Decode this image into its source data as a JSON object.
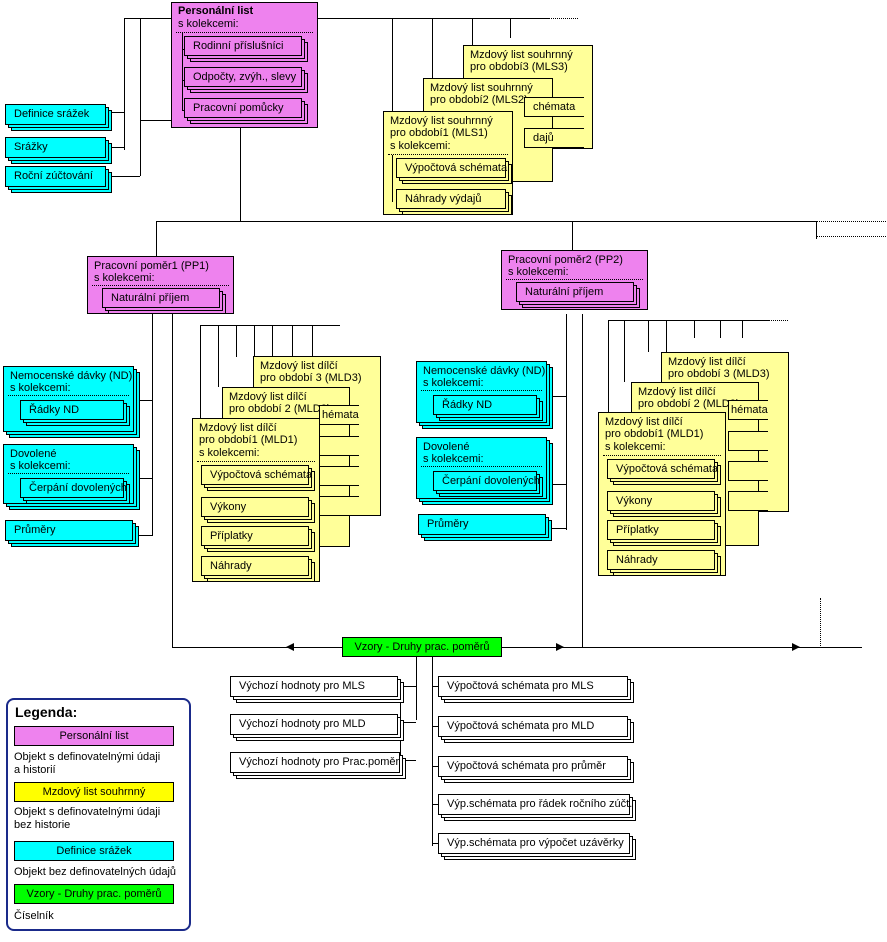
{
  "personal_list": {
    "title": "Personální list",
    "subtitle": "s kolekcemi:",
    "items": [
      "Rodinní příslušníci",
      "Odpočty, zvýh., slevy",
      "Pracovní pomůcky"
    ]
  },
  "deductions": [
    "Definice srážek",
    "Srážky",
    "Roční zúčtování"
  ],
  "mls": [
    {
      "l1": "Mzdový list souhrnný",
      "l2": "pro období3 (MLS3)"
    },
    {
      "l1": "Mzdový list souhrnný",
      "l2": "pro období2 (MLS2)",
      "frag1": "chémata",
      "frag2": "dajů"
    },
    {
      "l1": "Mzdový list souhrnný",
      "l2": "pro období1 (MLS1)",
      "l3": "s kolekcemi:",
      "items": [
        "Výpočtová schémata",
        "Náhrady výdajů"
      ]
    }
  ],
  "pp1": {
    "title": "Pracovní poměr1 (PP1)",
    "subtitle": "s kolekcemi:",
    "item": "Naturální příjem"
  },
  "pp2": {
    "title": "Pracovní poměr2 (PP2)",
    "subtitle": "s kolekcemi:",
    "item": "Naturální příjem"
  },
  "left_group": {
    "nd_title": "Nemocenské dávky (ND)",
    "nd_sub": "s kolekcemi:",
    "nd_item": "Řádky ND",
    "dov_title": "Dovolené",
    "dov_sub": "s kolekcemi:",
    "dov_item": "Čerpání dovolených",
    "avg": "Průměry"
  },
  "mld": [
    {
      "l1": "Mzdový list dílčí",
      "l2": "pro období 3 (MLD3)"
    },
    {
      "l1": "Mzdový list dílčí",
      "l2": "pro období 2 (MLD2)"
    },
    {
      "l1": "Mzdový list dílčí",
      "l2": "pro období1 (MLD1)",
      "l3": "s kolekcemi:",
      "items": [
        "Výpočtová schémata",
        "Výkony",
        "Příplatky",
        "Náhrady"
      ]
    }
  ],
  "mld_right": [
    {
      "l1": "Mzdový list dílčí",
      "l2": "pro období 3 (MLD3)"
    },
    {
      "l1": "Mzdový list dílčí",
      "l2": "pro období 2 (MLD2)"
    },
    {
      "l1": "Mzdový list dílčí",
      "l2": "pro období1 (MLD1)",
      "l3": "s kolekcemi:",
      "items": [
        "Výpočtová schémata",
        "Výkony",
        "Příplatky",
        "Náhrady"
      ]
    }
  ],
  "mld_frag": "hémata",
  "mld_right_frag": "hémata",
  "vzory": "Vzory - Druhy prac. poměrů",
  "vzory_left": [
    "Výchozí hodnoty pro MLS",
    "Výchozí hodnoty pro MLD",
    "Výchozí hodnoty pro Prac.poměr"
  ],
  "vzory_right": [
    "Výpočtová schémata pro MLS",
    "Výpočtová schémata pro MLD",
    "Výpočtová schémata pro průměr",
    "Výp.schémata pro řádek ročního zúčt.",
    "Výp.schémata pro výpočet uzávěrky"
  ],
  "legend": {
    "title": "Legenda:",
    "items": [
      {
        "label": "Personální list",
        "desc1": "Objekt s definovatelnými údaji",
        "desc2": "a historií",
        "color": "#ee82ee"
      },
      {
        "label": "Mzdový list souhrnný",
        "desc1": "Objekt s definovatelnými údaji",
        "desc2": "bez historie",
        "color": "#ffff00"
      },
      {
        "label": "Definice srážek",
        "desc1": "Objekt bez definovatelných údajů",
        "desc2": "",
        "color": "#00ffff"
      },
      {
        "label": "Vzory - Druhy prac. poměrů",
        "desc1": "Číselník",
        "desc2": "",
        "color": "#00ff00"
      }
    ]
  },
  "colors": {
    "personal": "#ee82ee",
    "summary": "#ffff99",
    "static": "#00ffff",
    "codelist": "#00ff00"
  }
}
